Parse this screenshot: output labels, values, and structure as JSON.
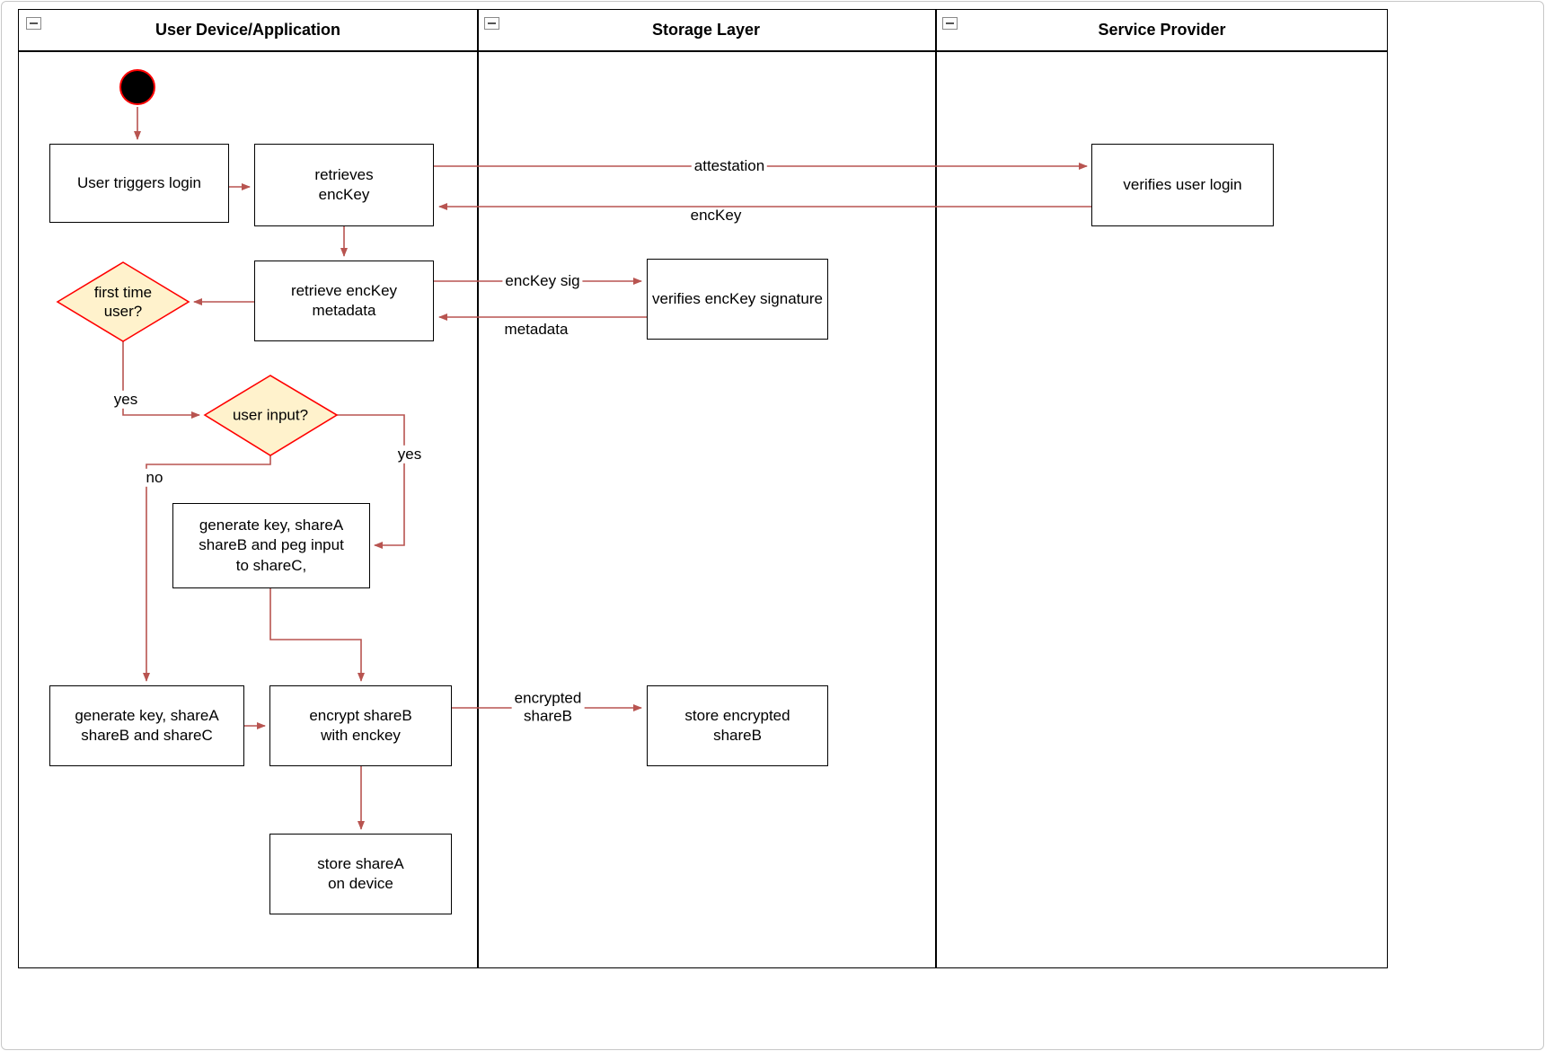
{
  "lanes": [
    {
      "title": "User Device/Application"
    },
    {
      "title": "Storage Layer"
    },
    {
      "title": "Service Provider"
    }
  ],
  "nodes": {
    "user_triggers_login": "User triggers login",
    "retrieves_enckey": "retrieves\nencKey",
    "verifies_user_login": "verifies user login",
    "retrieve_enckey_metadata": "retrieve encKey\nmetadata",
    "verifies_enckey_signature": "verifies encKey signature",
    "first_time_user": "first time\nuser?",
    "user_input": "user input?",
    "generate_key_peg": "generate key, shareA\nshareB and peg input\nto shareC,",
    "generate_key_plain": "generate key, shareA\nshareB and shareC",
    "encrypt_shareb": "encrypt shareB\nwith enckey",
    "store_encrypted_shareb": "store encrypted\nshareB",
    "store_sharea": "store shareA\non device"
  },
  "edge_labels": {
    "attestation": "attestation",
    "enckey": "encKey",
    "enckey_sig": "encKey sig",
    "metadata": "metadata",
    "yes_first_time": "yes",
    "yes_user_input": "yes",
    "no_user_input": "no",
    "encrypted_shareb": "encrypted\nshareB"
  },
  "colors": {
    "arrow": "#B85450",
    "diamond_fill": "#FFF2CC",
    "diamond_border": "#FF0000",
    "node_border": "#000000",
    "node_fill": "#FFFFFF",
    "start_node_fill": "#000000",
    "start_node_ring": "#FF0000"
  }
}
